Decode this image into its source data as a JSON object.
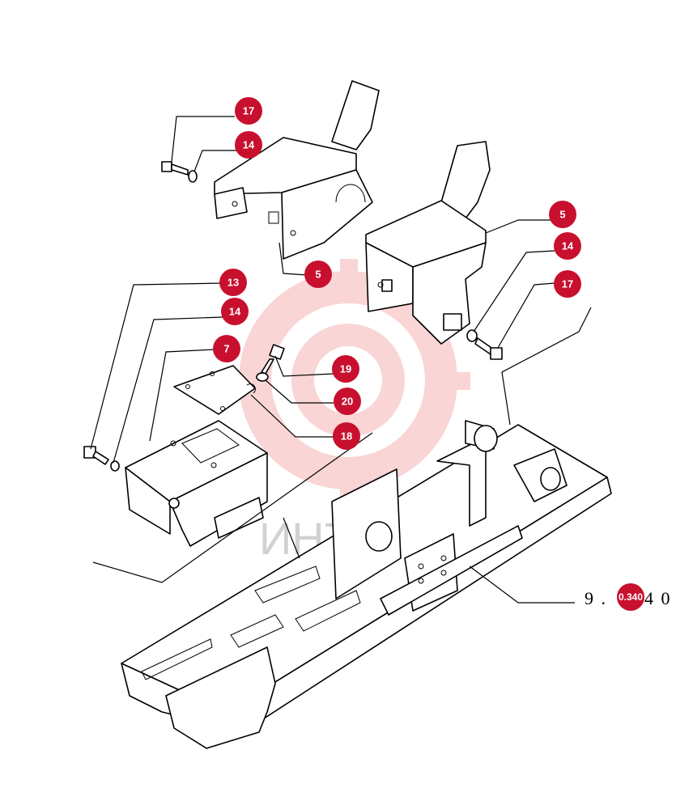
{
  "callouts": [
    {
      "id": "c1",
      "label": "17"
    },
    {
      "id": "c2",
      "label": "14"
    },
    {
      "id": "c3",
      "label": "5"
    },
    {
      "id": "c4",
      "label": "5"
    },
    {
      "id": "c5",
      "label": "14"
    },
    {
      "id": "c6",
      "label": "17"
    },
    {
      "id": "c7",
      "label": "13"
    },
    {
      "id": "c8",
      "label": "14"
    },
    {
      "id": "c9",
      "label": "7"
    },
    {
      "id": "c10",
      "label": "19"
    },
    {
      "id": "c11",
      "label": "20"
    },
    {
      "id": "c12",
      "label": "18"
    }
  ],
  "figure_ref": {
    "prefix": "9 .",
    "badge": "0.340",
    "suffix": "4 0"
  },
  "watermark": {
    "text": "ИНТЕХ",
    "color": "#f4b8b8"
  },
  "colors": {
    "callout": "#c8102e",
    "line": "#000000"
  }
}
